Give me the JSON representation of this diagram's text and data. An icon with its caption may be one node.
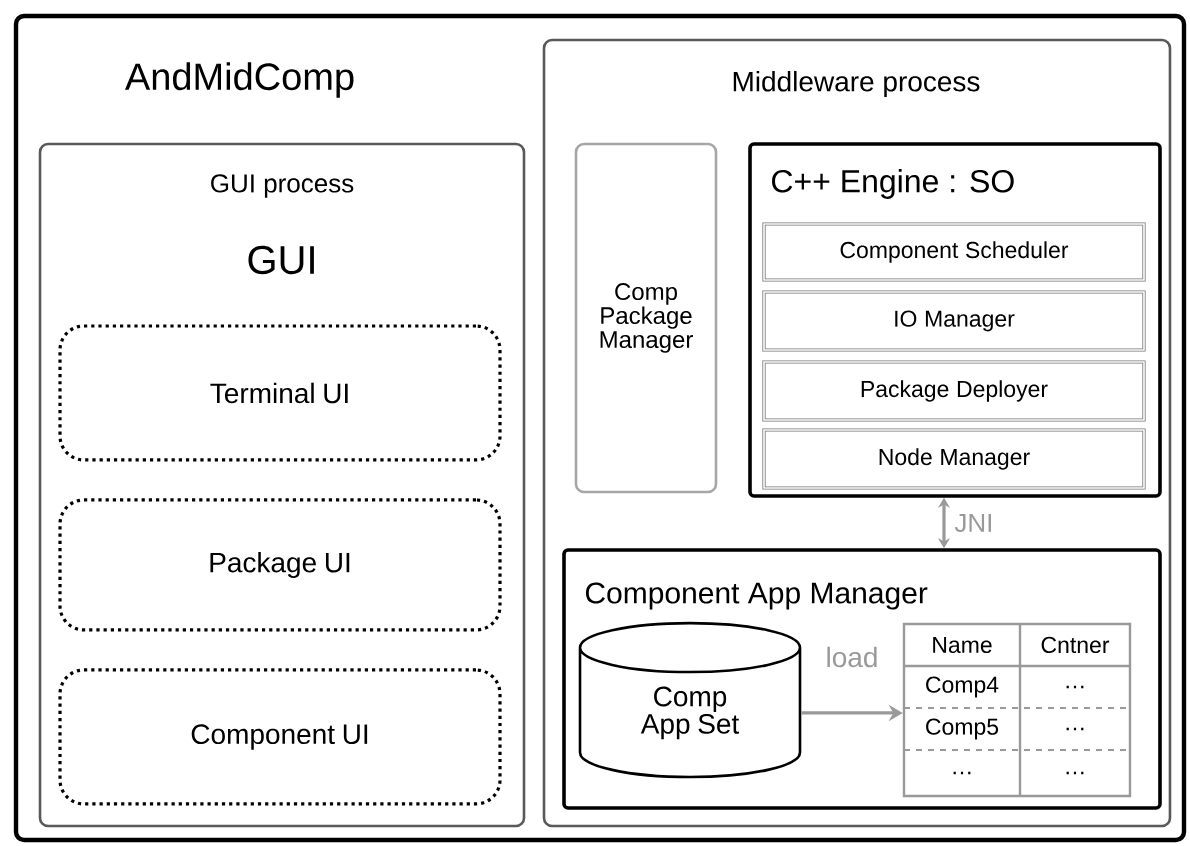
{
  "diagram": {
    "nodes": [
      {
        "text": [
          "AndMidComp"
        ]
      },
      {
        "text": [
          "GUI process",
          "GUI"
        ],
        "in": 0
      },
      {
        "text": [
          "Terminal UI"
        ],
        "in": 1
      },
      {
        "text": [
          "Package UI"
        ],
        "in": 1
      },
      {
        "text": [
          "Component UI"
        ],
        "in": 1
      },
      {
        "text": [
          "Middleware process"
        ],
        "in": 0
      },
      {
        "text": [
          "Comp Package Manager"
        ],
        "in": 5
      },
      {
        "text": [
          "C++ Engine : SO"
        ],
        "in": 5
      },
      {
        "text": [
          "Component Scheduler"
        ],
        "in": 7
      },
      {
        "text": [
          "IO Manager"
        ],
        "in": 7
      },
      {
        "text": [
          "Package Deployer"
        ],
        "in": 7
      },
      {
        "text": [
          "Node Manager"
        ],
        "in": 7
      },
      {
        "text": [
          "Component App Manager"
        ],
        "in": 5
      },
      {
        "text": [
          "Comp App Set"
        ],
        "in": 12
      },
      {
        "text": [
          "Name",
          "Cntner",
          "Comp4",
          "…",
          "Comp5",
          "…",
          "…",
          "…"
        ],
        "in": 12
      }
    ],
    "edges": [
      {
        "from": 7,
        "to": 12,
        "arrow": "both",
        "label": "JNI",
        "color": "#999999"
      },
      {
        "from": 13,
        "to": 14,
        "arrow": "to",
        "label": "load",
        "color": "#999999"
      }
    ]
  }
}
